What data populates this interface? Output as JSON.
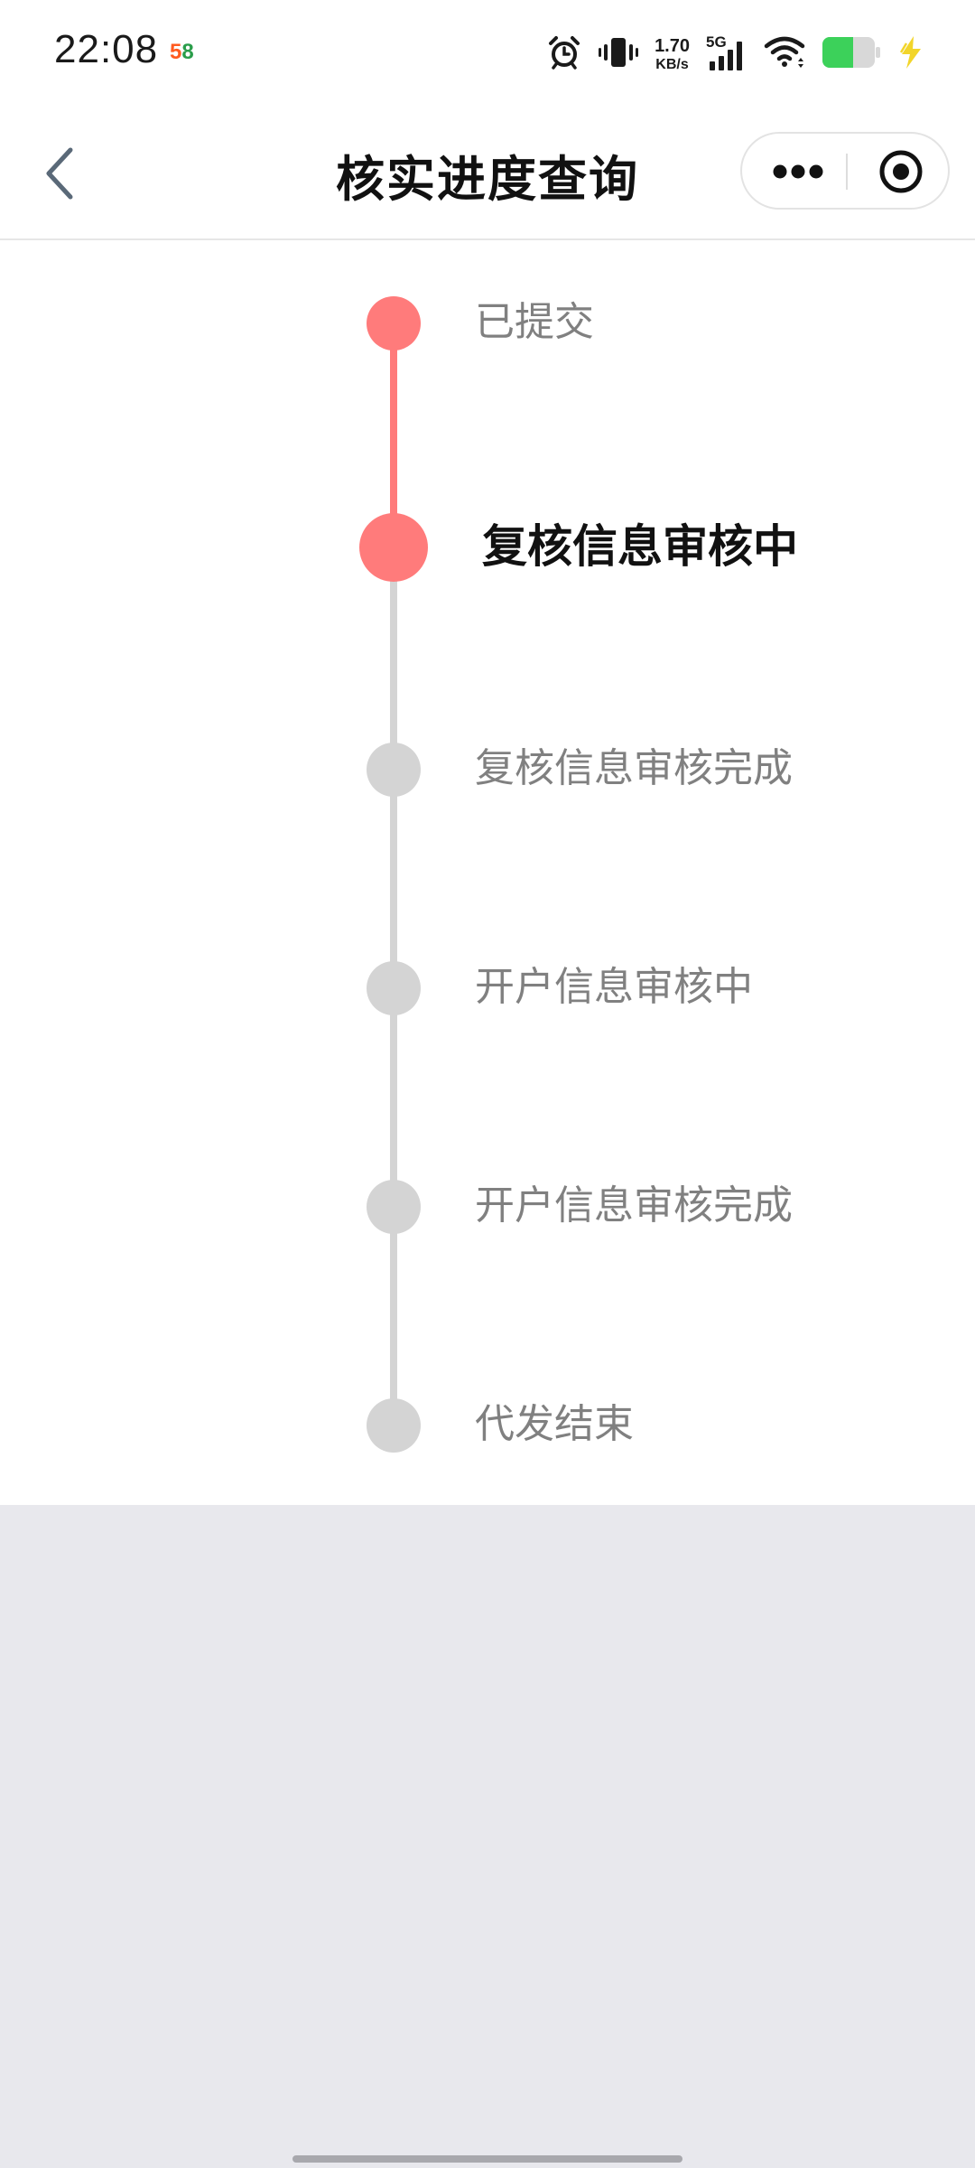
{
  "status_bar": {
    "time": "22:08",
    "app_badge": {
      "d1": "5",
      "d2": "8"
    },
    "network_speed_value": "1.70",
    "network_speed_unit": "KB/s",
    "network_type": "5G",
    "icons": [
      "alarm-icon",
      "vibrate-icon",
      "signal-icon",
      "wifi-icon",
      "battery-icon",
      "charging-icon"
    ]
  },
  "nav": {
    "title": "核实进度查询",
    "back_icon": "chevron-left-icon",
    "menu_icon": "more-dots-icon",
    "close_icon": "target-circle-icon"
  },
  "steps": [
    {
      "label": "已提交",
      "state": "done"
    },
    {
      "label": "复核信息审核中",
      "state": "current"
    },
    {
      "label": "复核信息审核完成",
      "state": "pending"
    },
    {
      "label": "开户信息审核中",
      "state": "pending"
    },
    {
      "label": "开户信息审核完成",
      "state": "pending"
    },
    {
      "label": "代发结束",
      "state": "pending"
    }
  ],
  "colors": {
    "active": "#ff7b7b",
    "inactive": "#d4d4d4",
    "label_inactive": "#808080",
    "label_current": "#111111",
    "page_bg": "#e8e8ed",
    "battery_fill": "#3cd15a",
    "charge_bolt": "#f2d52a"
  }
}
